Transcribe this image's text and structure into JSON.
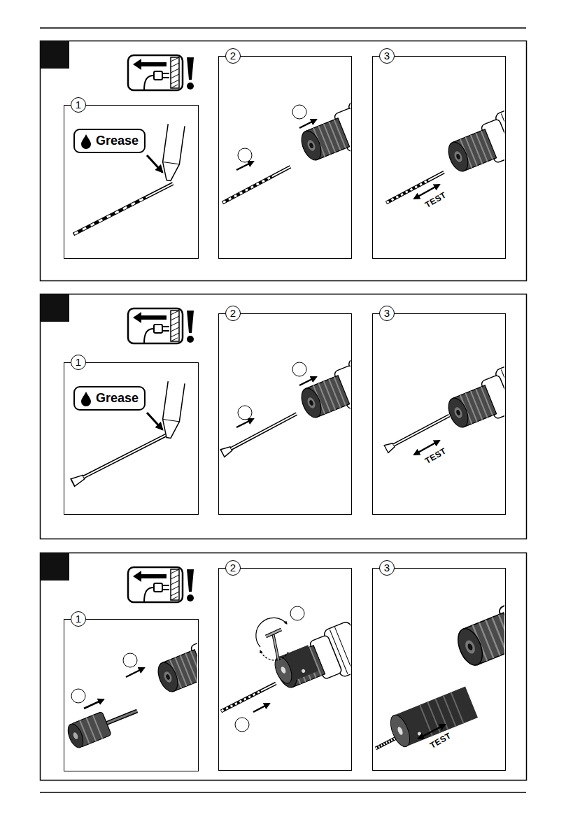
{
  "diagram": {
    "nodes": [
      {
        "text": [
          "1"
        ]
      },
      {
        "text": [
          "Grease"
        ],
        "in": 0
      },
      {
        "text": [
          "2"
        ]
      },
      {
        "text": [
          "3"
        ]
      },
      {
        "text": [
          "1"
        ]
      },
      {
        "text": [
          "Grease"
        ],
        "in": 4
      },
      {
        "text": [
          "2"
        ]
      },
      {
        "text": [
          "3"
        ]
      },
      {
        "text": [
          "1"
        ]
      },
      {
        "text": [
          "2"
        ]
      },
      {
        "text": [
          "3"
        ]
      }
    ],
    "labels": [
      "TEST",
      "TEST",
      "TEST"
    ]
  }
}
